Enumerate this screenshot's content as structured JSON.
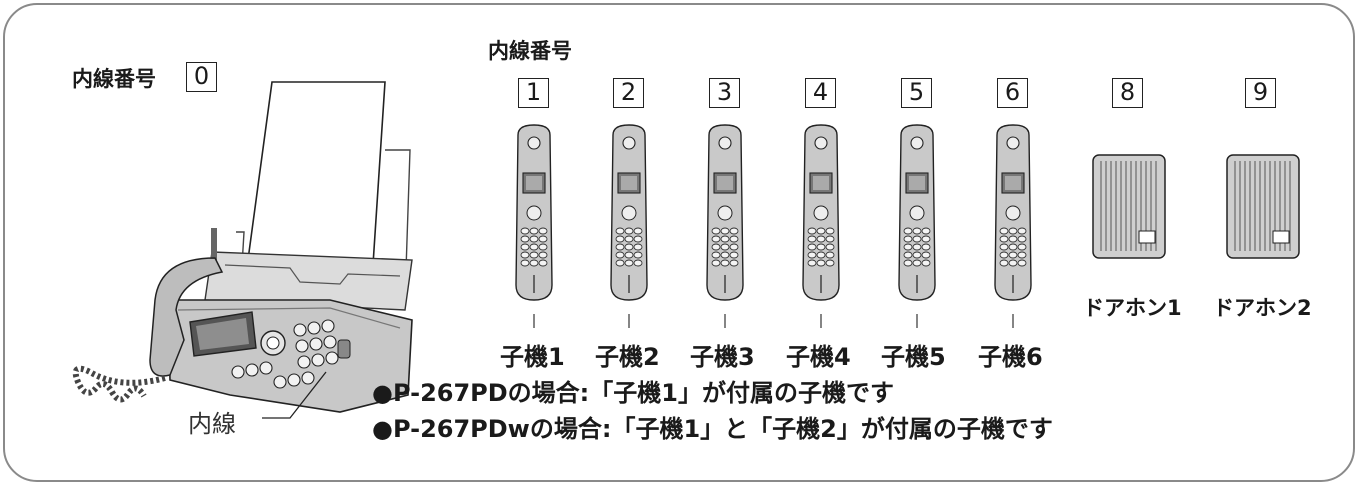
{
  "extension_label": "内線番号",
  "base_extension_number": "0",
  "base_button_label": "内線",
  "handsets": [
    {
      "number": "1",
      "label": "子機1"
    },
    {
      "number": "2",
      "label": "子機2"
    },
    {
      "number": "3",
      "label": "子機3"
    },
    {
      "number": "4",
      "label": "子機4"
    },
    {
      "number": "5",
      "label": "子機5"
    },
    {
      "number": "6",
      "label": "子機6"
    }
  ],
  "doorphones": [
    {
      "number": "8",
      "label": "ドアホン1"
    },
    {
      "number": "9",
      "label": "ドアホン2"
    }
  ],
  "notes": [
    "●P-267PDの場合:「子機1」が付属の子機です",
    "●P-267PDwの場合:「子機1」と「子機2」が付属の子機です"
  ]
}
